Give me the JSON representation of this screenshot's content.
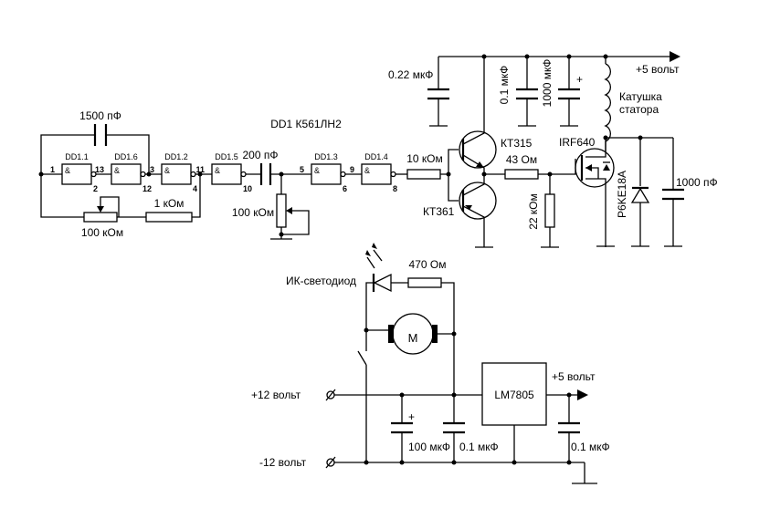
{
  "title": "DD1 К561ЛН2",
  "supply": {
    "plus5_top": "+5 вольт",
    "plus5_bottom": "+5 вольт",
    "plus12": "+12 вольт",
    "minus12": "-12 вольт"
  },
  "gates": [
    {
      "name": "DD1.1",
      "sym": "&",
      "pin_in": "1",
      "pin_out": "2"
    },
    {
      "name": "DD1.6",
      "sym": "&",
      "pin_in": "13",
      "pin_out": "12"
    },
    {
      "name": "DD1.2",
      "sym": "&",
      "pin_in": "3",
      "pin_out": "4"
    },
    {
      "name": "DD1.5",
      "sym": "&",
      "pin_in": "11",
      "pin_out": "10"
    },
    {
      "name": "DD1.3",
      "sym": "&",
      "pin_in": "5",
      "pin_out": "6"
    },
    {
      "name": "DD1.4",
      "sym": "&",
      "pin_in": "9",
      "pin_out": "8"
    }
  ],
  "components": {
    "c_osc": "1500 пФ",
    "r_osc_fixed": "1 кОм",
    "r_osc_var": "100 кОм",
    "c_couple": "200 пФ",
    "r_pot": "100 кОм",
    "r_base": "10 кОм",
    "q_npn": "КТ315",
    "q_pnp": "КТ361",
    "r_gate": "43 Ом",
    "r_pulldown": "22 кОм",
    "c_022": "0.22 мкФ",
    "c_01": "0.1 мкФ",
    "c_1000u": "1000 мкФ",
    "coil_line1": "Катушка",
    "coil_line2": "статора",
    "mosfet": "IRF640",
    "tvs": "P6KE18A",
    "c_1000p": "1000 пФ",
    "led": "ИК-светодиод",
    "r_led": "470 Ом",
    "motor": "M",
    "reg": "LM7805",
    "c_100u": "100 мкФ",
    "c_01_in": "0.1 мкФ",
    "c_01_out": "0.1 мкФ",
    "polarity": "+"
  }
}
